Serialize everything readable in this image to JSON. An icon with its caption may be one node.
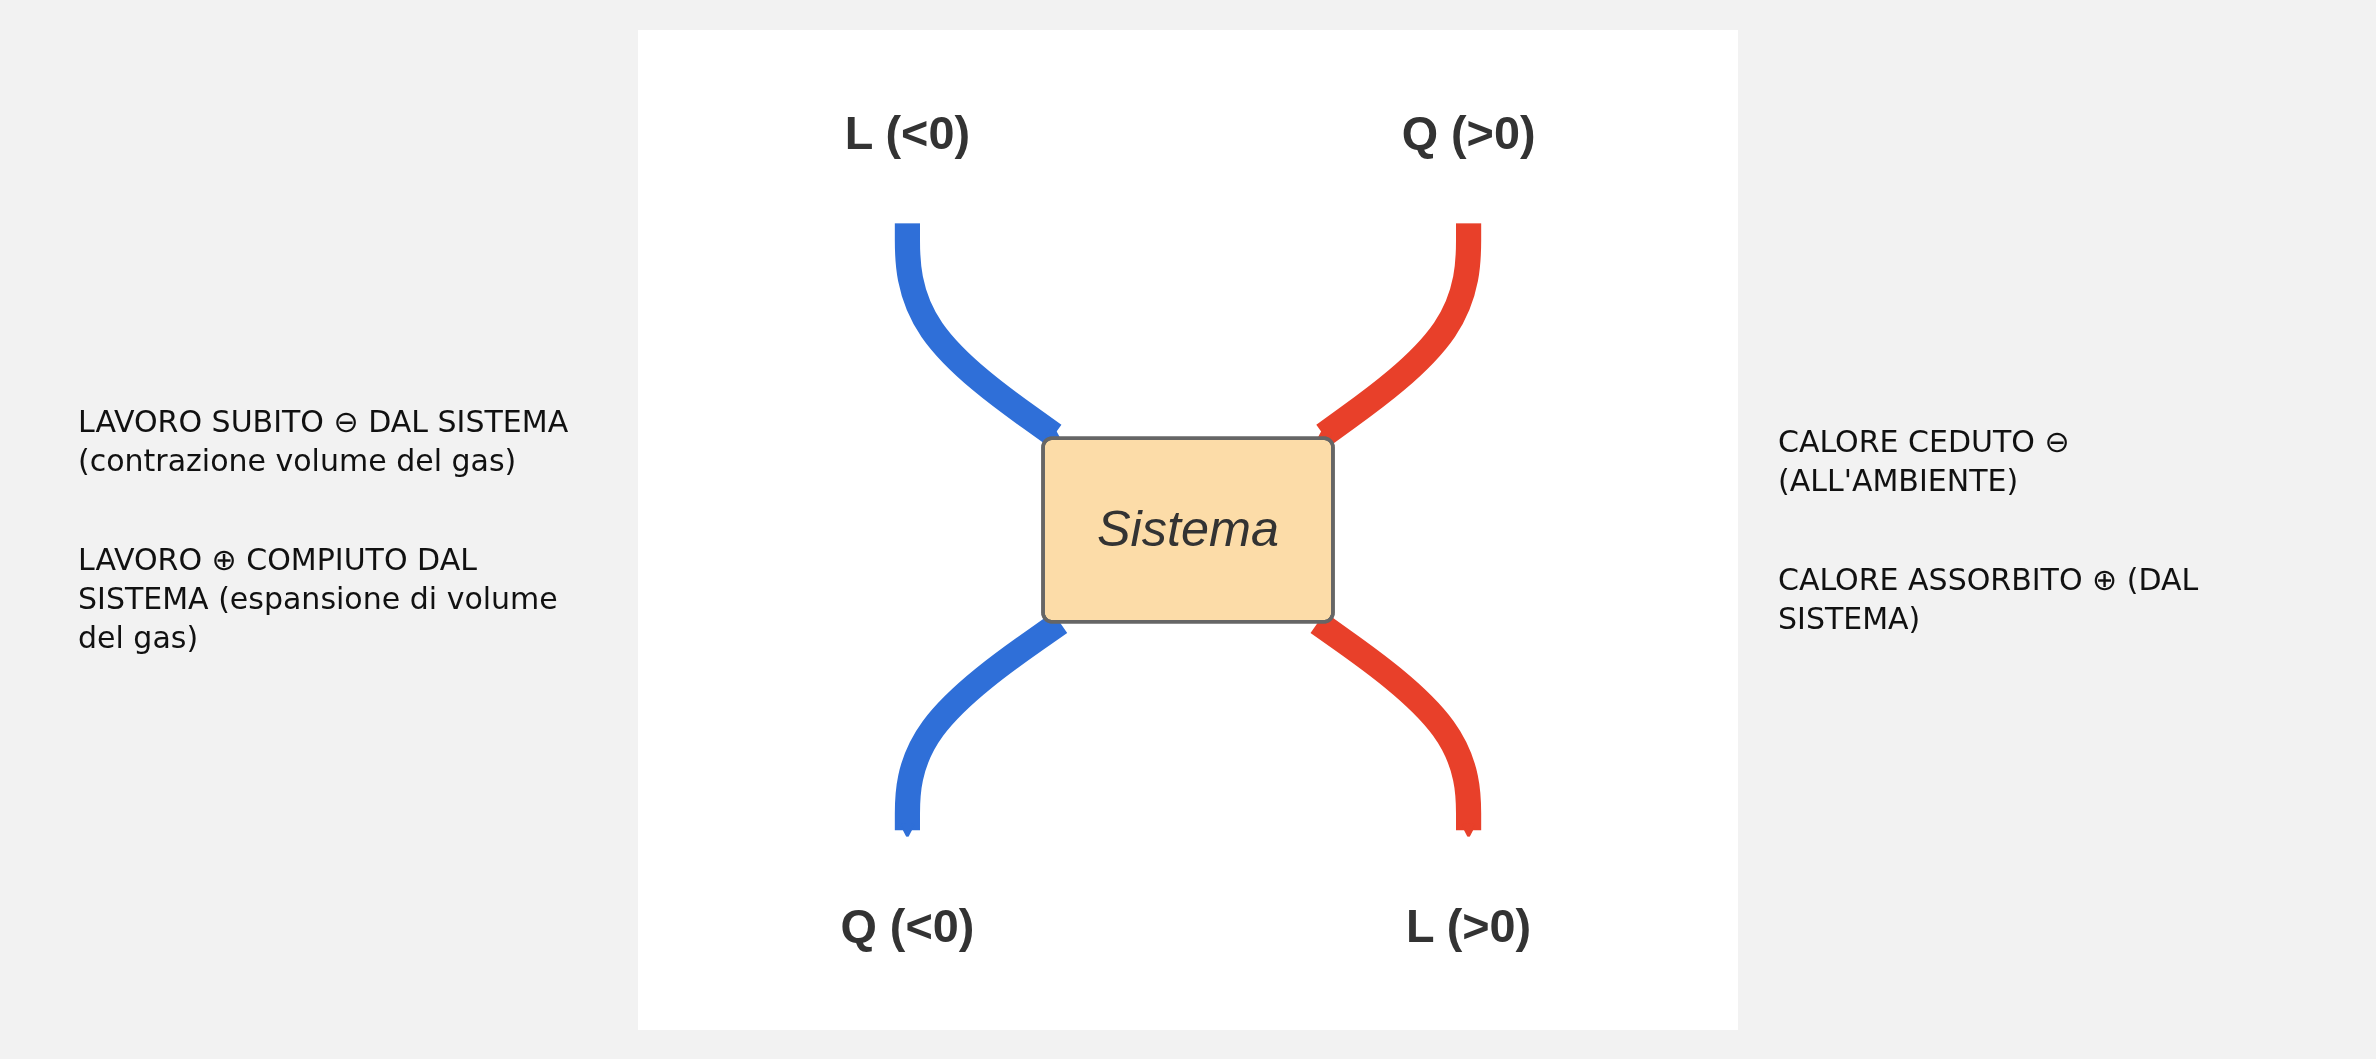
{
  "diagram": {
    "nodes": [
      {
        "text": [
          "Sistema"
        ]
      },
      {
        "text": [
          "Q (<0)"
        ]
      },
      {
        "text": [
          "L (<0)"
        ]
      },
      {
        "text": [
          "L (>0)"
        ]
      },
      {
        "text": [
          "Q (>0)"
        ]
      }
    ],
    "edges": [
      {
        "from": 0,
        "to": 1,
        "arrow": "to",
        "color": "#2f6fd8"
      },
      {
        "from": 2,
        "to": 0,
        "arrow": "to",
        "color": "#2f6fd8"
      },
      {
        "from": 0,
        "to": 3,
        "arrow": "to",
        "color": "#e8402a"
      },
      {
        "from": 4,
        "to": 0,
        "arrow": "to",
        "color": "#e8402a"
      }
    ],
    "labels": [
      "CALORE CEDUTO ⊖ (ALL'AMBIENTE)",
      "LAVORO SUBITO ⊖ DAL SISTEMA (contrazione volume del gas)",
      "CALORE ASSORBITO ⊕ (DAL SISTEMA)",
      "LAVORO ⊕ COMPIUTO DAL SISTEMA (espansione di volume del gas)"
    ]
  }
}
